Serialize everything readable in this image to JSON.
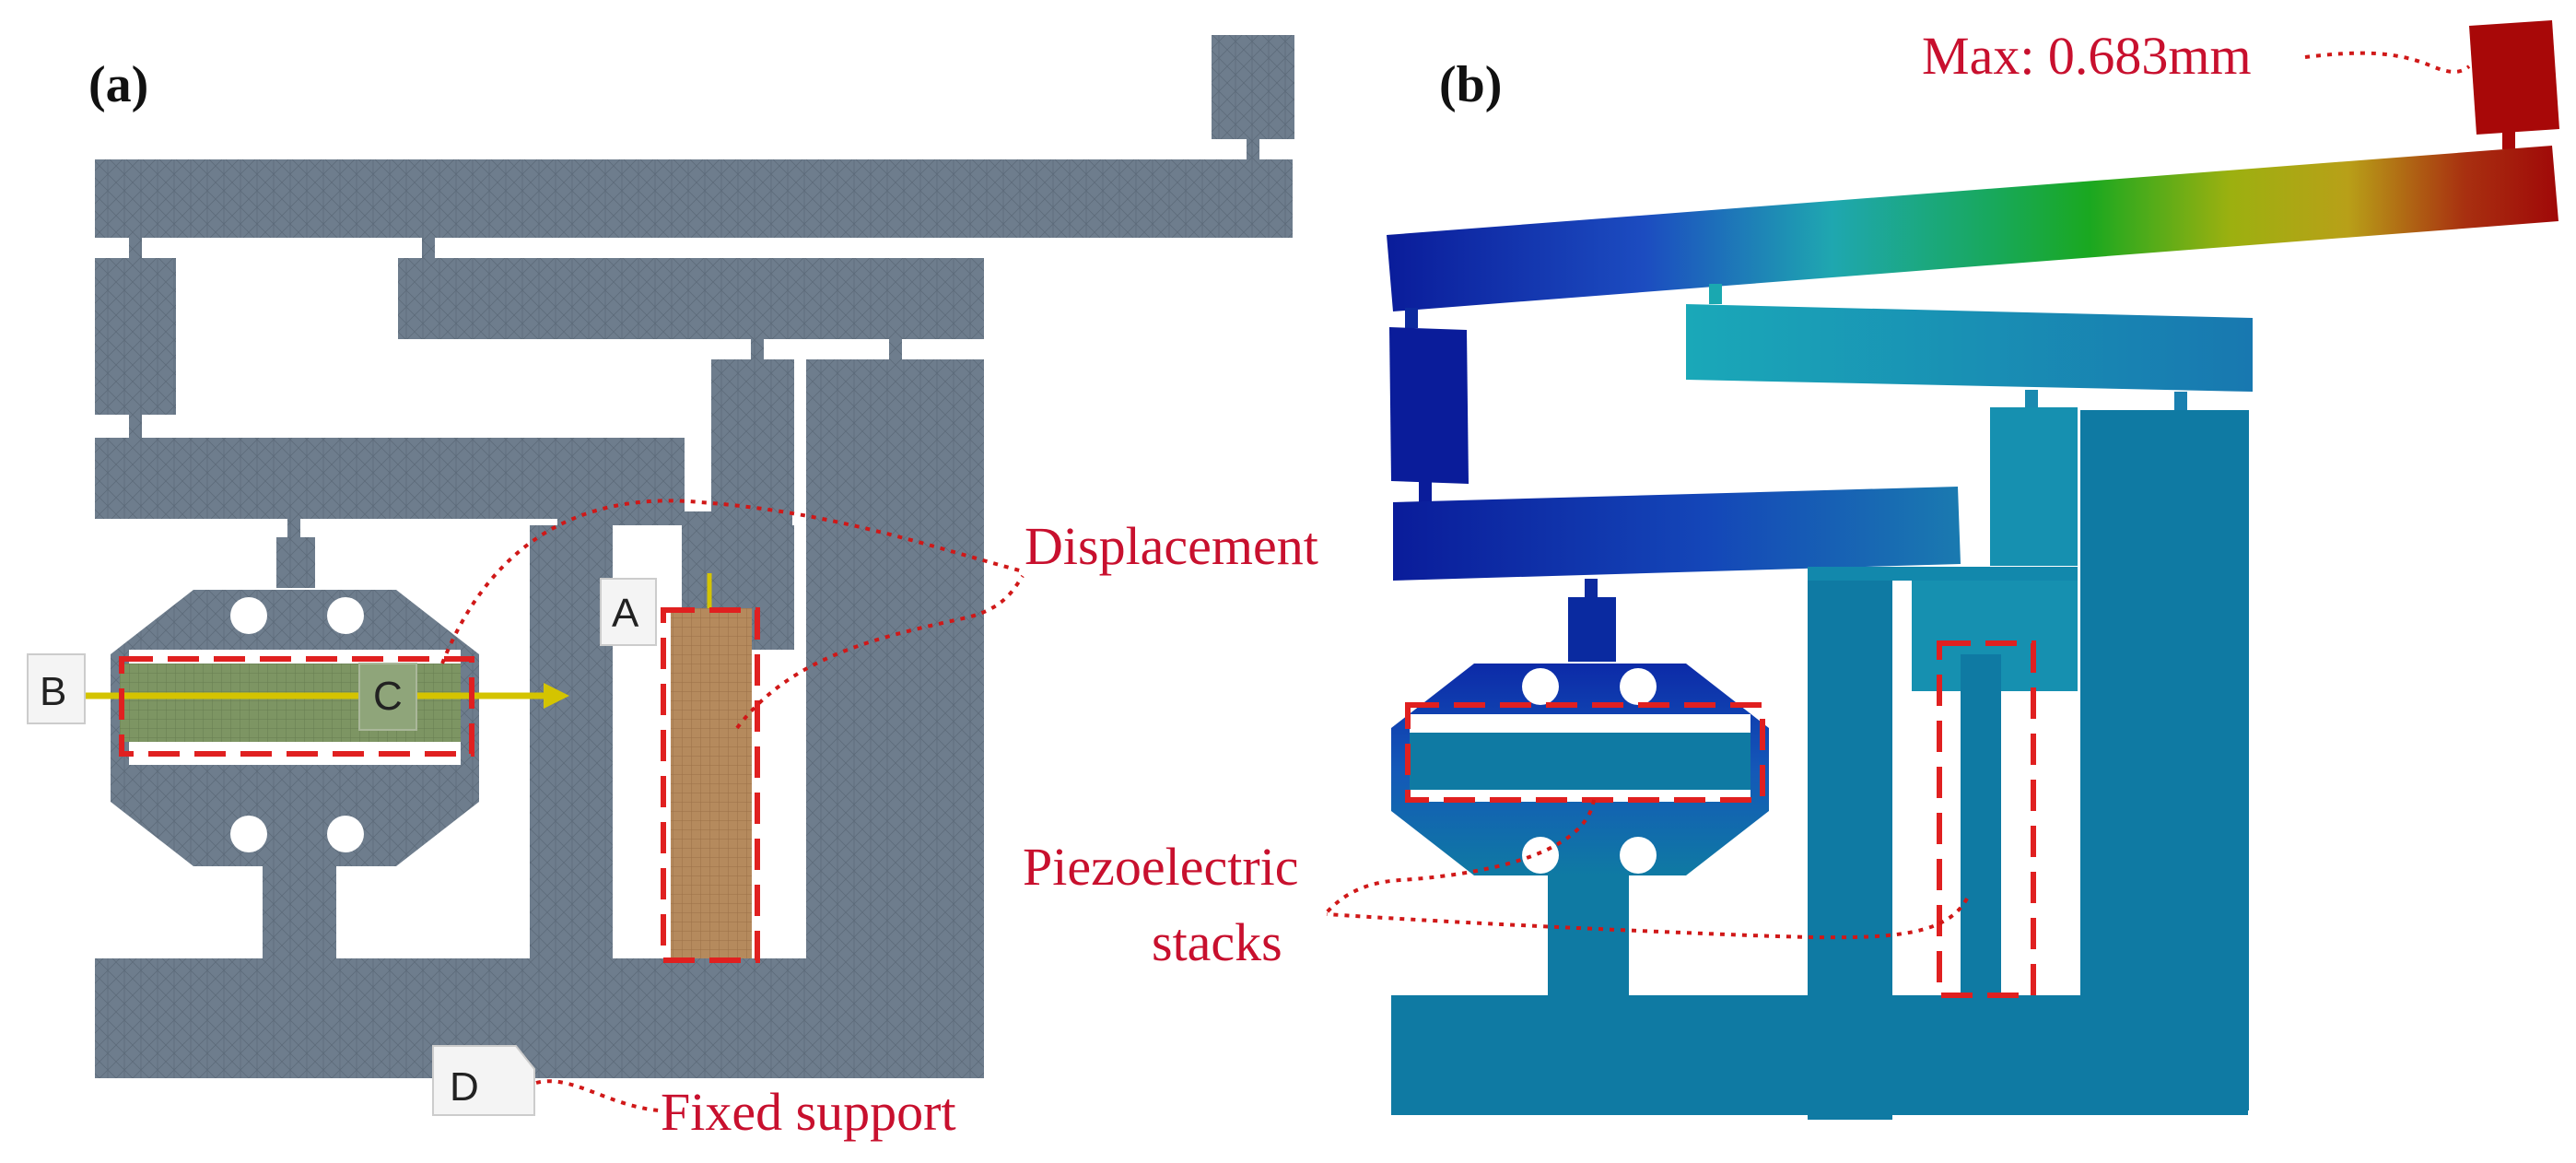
{
  "panels": {
    "a": {
      "label": "(a)"
    },
    "b": {
      "label": "(b)"
    }
  },
  "annotations": {
    "displacement": "Displacement",
    "max": "Max: 0.683mm",
    "piezo_line1": "Piezoelectric",
    "piezo_line2": "stacks",
    "fixed_support": "Fixed support"
  },
  "boundary_labels": {
    "A": "A",
    "B": "B",
    "C": "C",
    "D": "D"
  },
  "colors": {
    "mesh": "#6e7d8d",
    "annotation_red": "#c8102e",
    "dashed_box": "#e02020",
    "stack_green": "#7d9563",
    "stack_brown": "#b58a5d",
    "arrow_yellow": "#d4c400",
    "contour_low": "#0a1c9a",
    "contour_mid": "#1fa7b0",
    "contour_green": "#18a83a",
    "contour_high": "#a80808",
    "base_teal": "#0f7aa3"
  }
}
